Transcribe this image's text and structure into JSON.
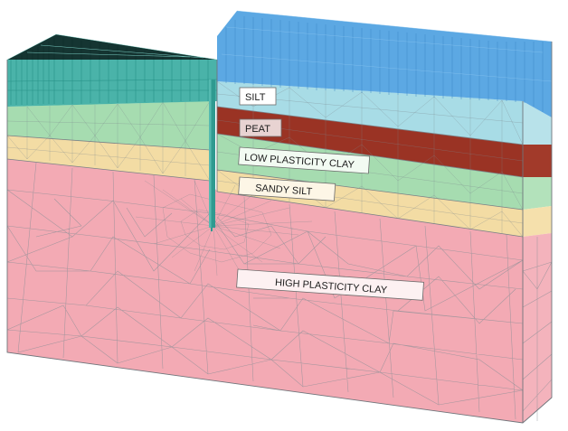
{
  "layers": {
    "silt": {
      "label": "SILT",
      "color": "#a8dce6"
    },
    "peat": {
      "label": "PEAT",
      "color": "#9a3324"
    },
    "low_plasticity_clay": {
      "label": "LOW PLASTICITY CLAY",
      "color": "#a6dcb0"
    },
    "sandy_silt": {
      "label": "SANDY SILT",
      "color": "#f3dca4"
    },
    "high_plasticity_clay": {
      "label": "HIGH PLASTICITY CLAY",
      "color": "#f3aab4"
    }
  },
  "loads": {
    "embankment_load_color": "#4a9ee0",
    "excavation_load_color": "#2aa69a"
  },
  "structure": {
    "sheet_pile_color": "#2f9a90"
  }
}
